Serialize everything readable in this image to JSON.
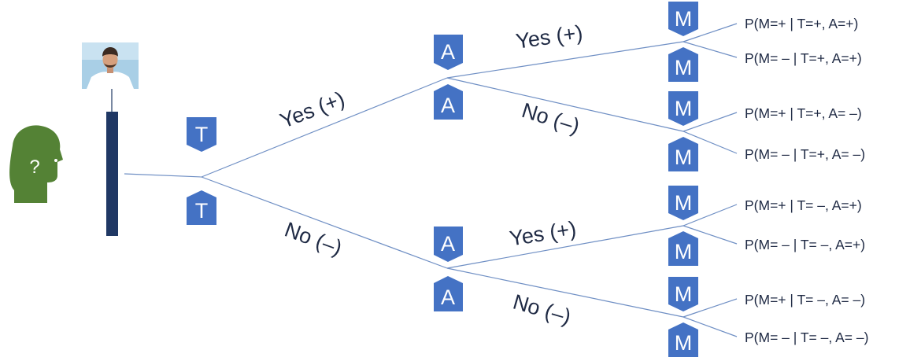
{
  "nodes": {
    "t": "T",
    "a": "A",
    "m": "M"
  },
  "branches": {
    "t_yes": "Yes (+)",
    "t_no": "No (–)",
    "a_top_yes": "Yes (+)",
    "a_top_no": "No (–)",
    "a_bot_yes": "Yes (+)",
    "a_bot_no": "No (–)"
  },
  "outcomes": [
    "P(M=+ | T=+, A=+)",
    "P(M= – | T=+, A=+)",
    "P(M=+ | T=+, A= –)",
    "P(M= – | T=+, A= –)",
    "P(M=+ | T= –, A=+)",
    "P(M= – | T= –, A=+)",
    "P(M=+ | T= –, A= –)",
    "P(M= – | T= –, A= –)"
  ],
  "person_head": {
    "symbol": "?",
    "color": "#548235"
  },
  "colors": {
    "node": "#4472c4",
    "edge": "#6f8fc4",
    "bar": "#203864",
    "text": "#1f2a44"
  }
}
